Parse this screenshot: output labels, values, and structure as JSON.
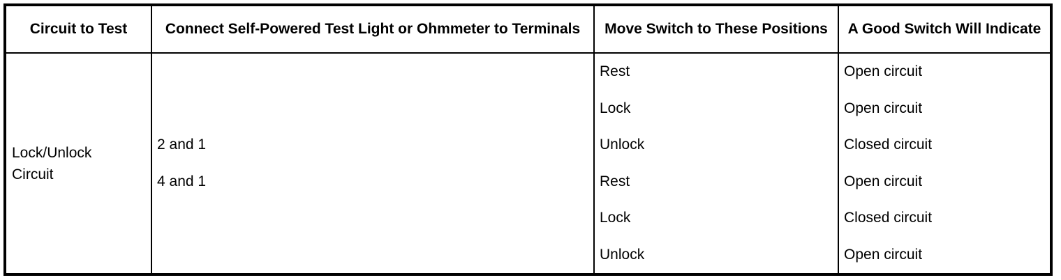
{
  "table": {
    "columns": [
      {
        "key": "circuit",
        "header": "Circuit to Test"
      },
      {
        "key": "terminals",
        "header": "Connect Self-Powered Test Light or Ohmmeter to Terminals"
      },
      {
        "key": "positions",
        "header": "Move Switch to These Positions"
      },
      {
        "key": "indicates",
        "header": "A Good Switch Will Indicate"
      }
    ],
    "circuit_label": {
      "line1": "Lock/Unlock",
      "line2": "Circuit"
    },
    "terminals": [
      "",
      "",
      "2 and 1",
      "4 and 1",
      "",
      ""
    ],
    "rows": [
      {
        "position": "Rest",
        "indication": "Open circuit"
      },
      {
        "position": "Lock",
        "indication": "Open circuit"
      },
      {
        "position": "Unlock",
        "indication": "Closed circuit"
      },
      {
        "position": "Rest",
        "indication": "Open circuit"
      },
      {
        "position": "Lock",
        "indication": "Closed circuit"
      },
      {
        "position": "Unlock",
        "indication": "Open circuit"
      }
    ]
  },
  "colors": {
    "border": "#000000",
    "text": "#000000",
    "background": "#ffffff"
  }
}
